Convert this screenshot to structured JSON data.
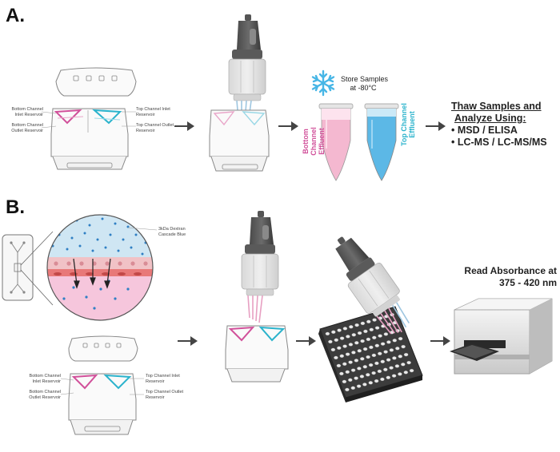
{
  "panels": {
    "a": "A.",
    "b": "B."
  },
  "chip_labels": {
    "bottom_inlet": "Bottom Channel Inlet Reservoir",
    "top_inlet": "Top Channel Inlet Reservoir",
    "bottom_outlet": "Bottom Channel Outlet Reservoir",
    "top_outlet": "Top Channel Outlet Reservoir"
  },
  "storage": {
    "line1": "Store Samples",
    "line2": "at -80°C",
    "tube_bottom": "Bottom Channel Effluent",
    "tube_top": "Top Channel Effluent"
  },
  "analysis": {
    "title_line1": "Thaw Samples and",
    "title_line2": "Analyze Using:",
    "items": [
      "• MSD / ELISA",
      "• LC-MS / LC-MS/MS"
    ]
  },
  "dextran_label": "3kDa Dextran Cascade Blue",
  "read_line1": "Read Absorbance at",
  "read_line2": "375 - 420 nm",
  "colors": {
    "pink": "#d1509a",
    "cyan": "#2bb3cc",
    "blue_dot": "#2f7fc4",
    "tube_pink": "#f4b8d0",
    "tube_blue": "#5cb8e6",
    "snow": "#47b6e6"
  }
}
